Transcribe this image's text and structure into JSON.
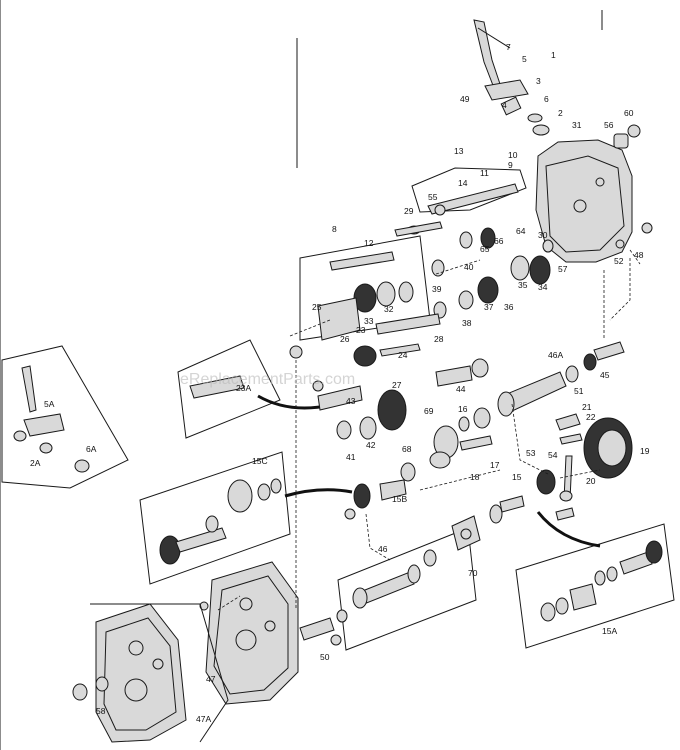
{
  "diagram": {
    "watermark": "eReplacementParts.com",
    "callouts": [
      "1",
      "2",
      "2A",
      "3",
      "4",
      "5",
      "5A",
      "6",
      "6A",
      "7",
      "8",
      "9",
      "10",
      "11",
      "12",
      "13",
      "14",
      "15",
      "15A",
      "15B",
      "15C",
      "16",
      "17",
      "18",
      "19",
      "20",
      "21",
      "22",
      "23",
      "23A",
      "24",
      "25",
      "26",
      "27",
      "28",
      "29",
      "30",
      "31",
      "32",
      "33",
      "34",
      "35",
      "36",
      "37",
      "38",
      "39",
      "40",
      "41",
      "42",
      "43",
      "44",
      "45",
      "46",
      "46A",
      "47",
      "47A",
      "48",
      "49",
      "50",
      "51",
      "52",
      "53",
      "54",
      "55",
      "56",
      "57",
      "58",
      "60",
      "64",
      "65",
      "66",
      "68",
      "69",
      "70"
    ]
  }
}
